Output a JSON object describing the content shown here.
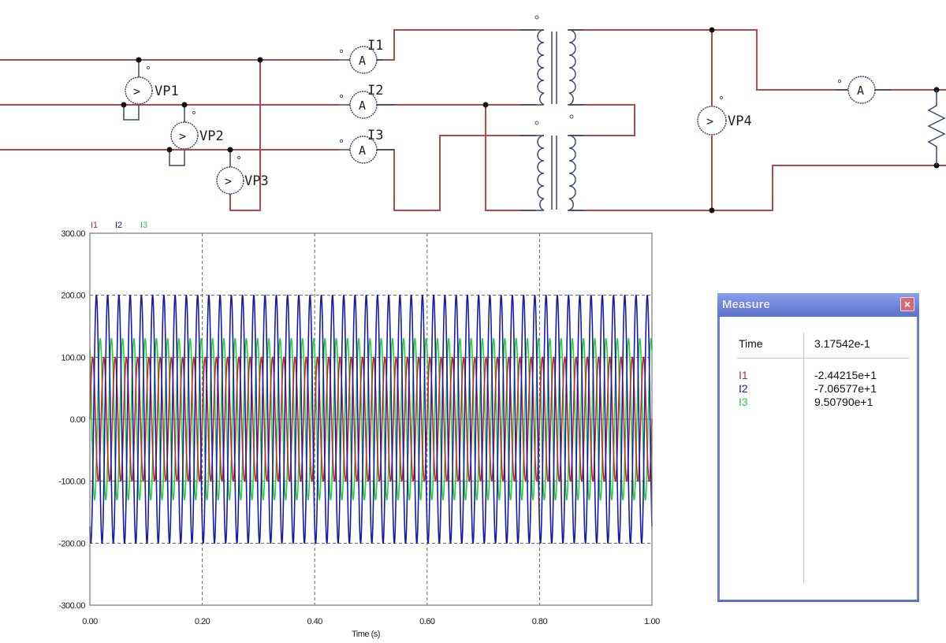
{
  "schematic": {
    "voltmeters": [
      {
        "label": "VP1",
        "glyph": ">"
      },
      {
        "label": "VP2",
        "glyph": ">"
      },
      {
        "label": "VP3",
        "glyph": ">"
      },
      {
        "label": "VP4",
        "glyph": ">"
      }
    ],
    "ammeters": [
      {
        "label": "I1",
        "glyph": "A"
      },
      {
        "label": "I2",
        "glyph": "A"
      },
      {
        "label": "I3",
        "glyph": "A"
      },
      {
        "label": "",
        "glyph": "A"
      }
    ],
    "components": [
      "transformer-upper",
      "transformer-lower",
      "load-resistor"
    ],
    "wire_color": "#b24a4a",
    "component_color": "#3a4a6a"
  },
  "chart_data": {
    "type": "line",
    "title": "",
    "xlabel": "Time (s)",
    "ylabel": "",
    "xlim": [
      0.0,
      1.0
    ],
    "ylim": [
      -300.0,
      300.0
    ],
    "x_ticks": [
      "0.00",
      "0.20",
      "0.40",
      "0.60",
      "0.80",
      "1.00"
    ],
    "y_ticks": [
      "300.00",
      "200.00",
      "100.00",
      "0.00",
      "-100.00",
      "-200.00",
      "-300.00"
    ],
    "grid": true,
    "legend_position": "top-left",
    "series": [
      {
        "name": "I1",
        "color": "#c0282d",
        "waveform": "sine",
        "amplitude": 100,
        "frequency_hz": 50,
        "phase_deg": 0
      },
      {
        "name": "I2",
        "color": "#1a1aa8",
        "waveform": "sine",
        "amplitude": 200,
        "frequency_hz": 50,
        "phase_deg": -120
      },
      {
        "name": "I3",
        "color": "#2ecc40",
        "waveform": "sine",
        "amplitude": 130,
        "frequency_hz": 50,
        "phase_deg": 120
      }
    ]
  },
  "measure": {
    "title": "Measure",
    "close_label": "×",
    "time_label": "Time",
    "time_value": "3.17542e-1",
    "rows": [
      {
        "name": "I1",
        "value": "-2.44215e+1",
        "color": "#c0282d"
      },
      {
        "name": "I2",
        "value": "-7.06577e+1",
        "color": "#1a1aa8"
      },
      {
        "name": "I3",
        "value": "9.50790e+1",
        "color": "#2ecc40"
      }
    ]
  }
}
